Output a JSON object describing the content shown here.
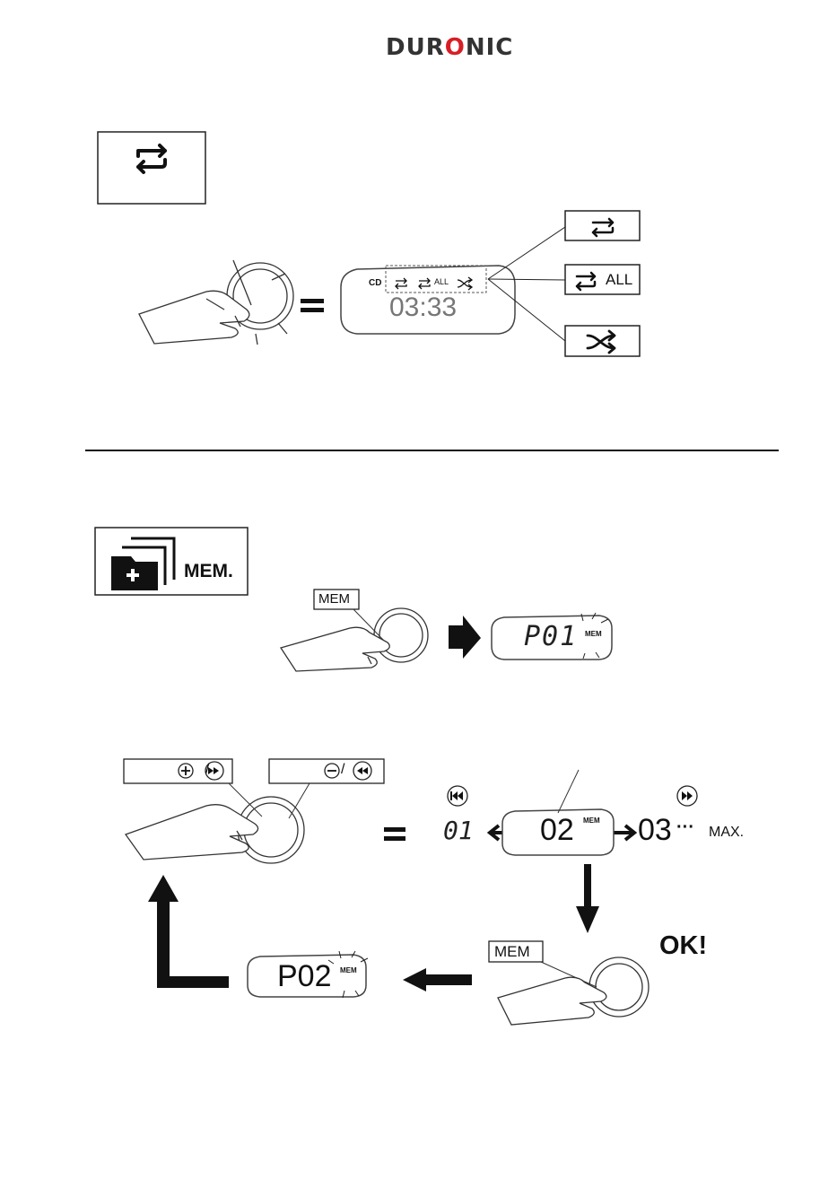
{
  "brand": {
    "logo_pre": "DUR",
    "logo_o": "O",
    "logo_post": "NIC",
    "accent": "#d81e25"
  },
  "repeat_section": {
    "display": {
      "cd": "CD",
      "all": "ALL",
      "time": "03:33"
    },
    "modes": [
      {
        "icon": "repeat-one-icon",
        "label": ""
      },
      {
        "icon": "repeat-all-icon",
        "label": "ALL"
      },
      {
        "icon": "shuffle-icon",
        "label": ""
      }
    ],
    "equals": "="
  },
  "memory_section": {
    "badge_label": "MEM.",
    "mem_button": "MEM",
    "step1_display": "P01",
    "mem_indicator": "MEM",
    "nav": {
      "prev_display": "01",
      "current_display": "02",
      "next_display": "03",
      "ellipsis": "···",
      "max": "MAX.",
      "slash": "/"
    },
    "ok": "OK!",
    "step3_display": "P02",
    "equals": "="
  }
}
